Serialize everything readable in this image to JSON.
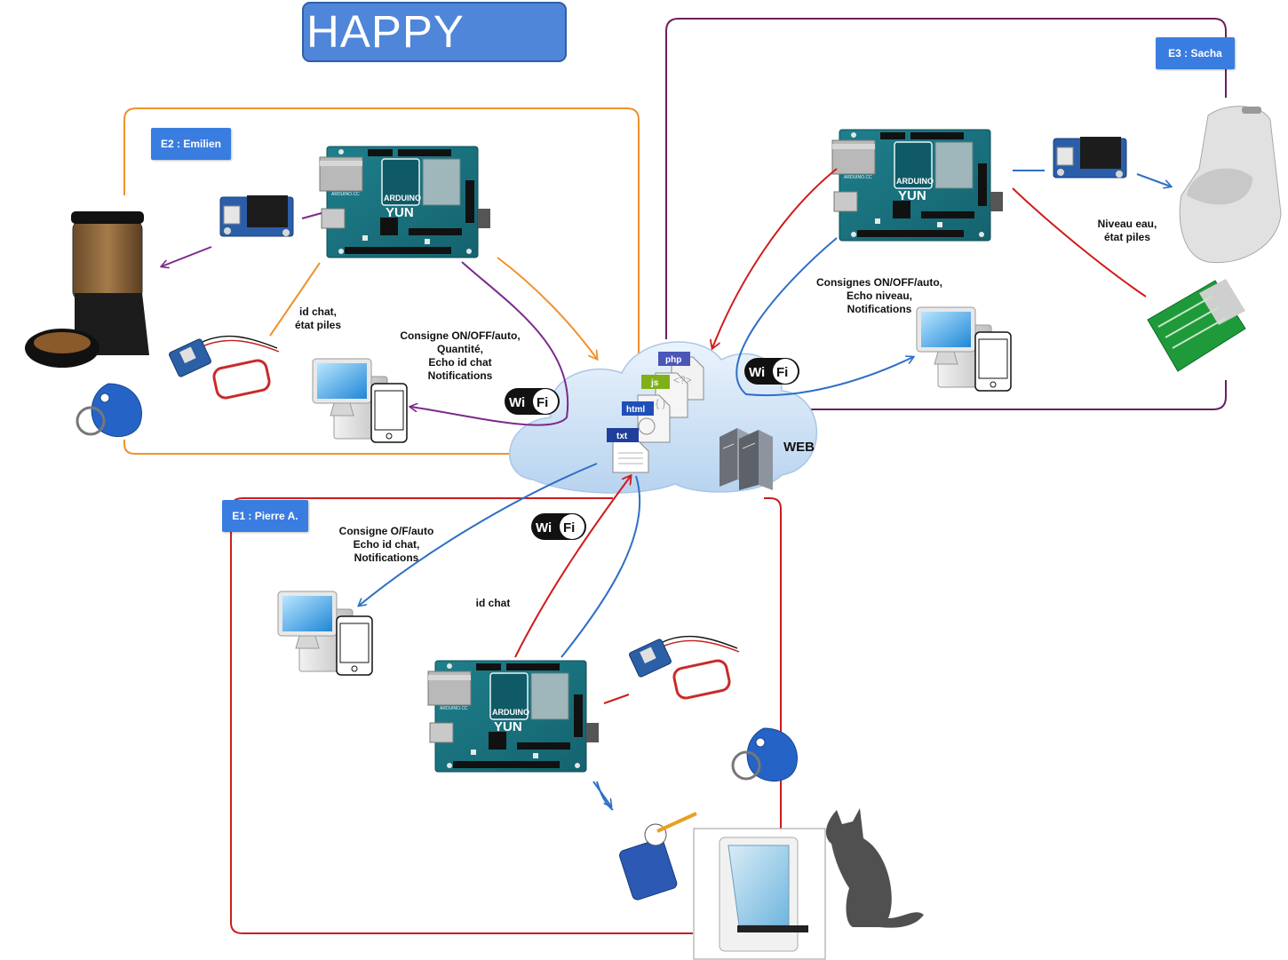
{
  "title": "HAPPY CAT",
  "teams": {
    "e2": "E2 : Emilien",
    "e3": "E3 : Sacha",
    "e1": "E1 : Pierre A."
  },
  "notes": {
    "e2_rfid": "id chat,\nétat piles",
    "e2_pc": "Consigne ON/OFF/auto,\nQuantité,\nEcho id chat\nNotifications",
    "e3_pc": "Consignes ON/OFF/auto,\nEcho niveau,\nNotifications",
    "e3_water": "Niveau eau,\nétat piles",
    "e1_pc": "Consigne O/F/auto\nEcho id chat,\nNotifications",
    "e1_id": "id chat"
  },
  "board": {
    "brand": "ARDUINO",
    "model": "YUN",
    "site": "ARDUINO.CC"
  },
  "wifi": {
    "left": "Wi",
    "right": "Fi"
  },
  "cloud": {
    "label": "WEB",
    "files": [
      "php",
      "js",
      "html",
      "txt"
    ],
    "file_glyphs": [
      "<?>",
      "{ }"
    ]
  },
  "colors": {
    "e2_frame": "#f0922b",
    "e3_frame": "#6b1f5f",
    "e1_frame": "#c81e1e",
    "blue_arrow": "#2f6fc6",
    "red_arrow": "#d11a1a",
    "purple_arrow": "#7b2a8c",
    "orange_arrow": "#f0922b",
    "title_bg": "#4f86d9",
    "team_label_bg": "#3a7de0"
  },
  "icons": [
    "arduino-yun-board",
    "relay-module-icon",
    "cat-feeder-icon",
    "rfid-reader-icon",
    "rfid-tag-icon",
    "computer-icon",
    "phone-icon",
    "wifi-logo-icon",
    "cloud-icon",
    "server-icon",
    "water-fountain-icon",
    "water-sensor-icon",
    "servo-icon",
    "cat-flap-icon",
    "cat-silhouette-icon"
  ]
}
